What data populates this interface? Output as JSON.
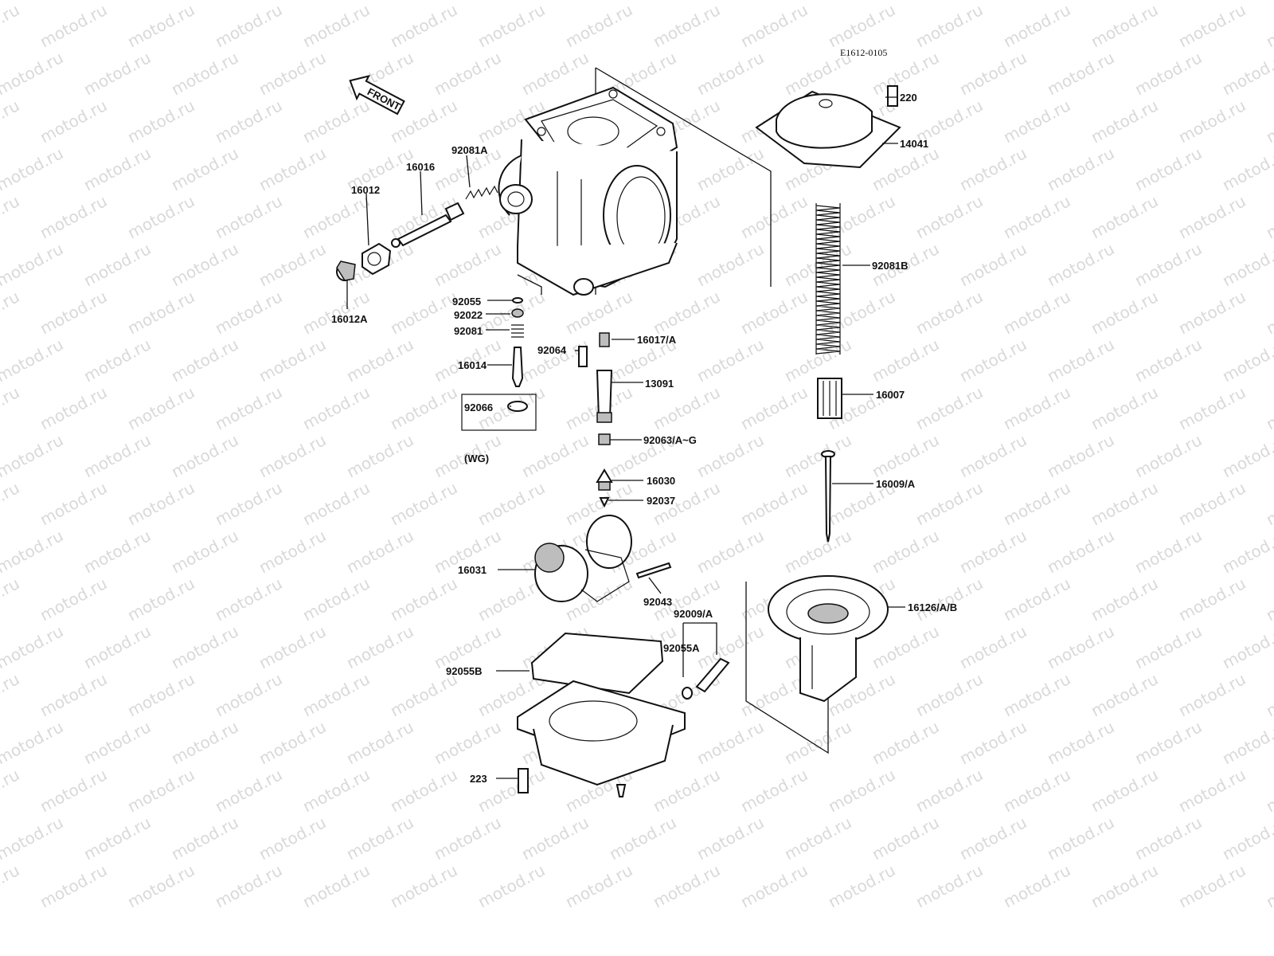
{
  "diagram_code": "E1612-0105",
  "front_label": "FRONT",
  "watermark": "motod.ru",
  "group_label": "(WG)",
  "parts": {
    "p220": "220",
    "p14041": "14041",
    "p92081B": "92081B",
    "p16007": "16007",
    "p16009A": "16009/A",
    "p16126AB": "16126/A/B",
    "p92081A": "92081A",
    "p16016": "16016",
    "p16012": "16012",
    "p16012A": "16012A",
    "p92055": "92055",
    "p92022": "92022",
    "p92081": "92081",
    "p16014": "16014",
    "p92066": "92066",
    "p92064": "92064",
    "p16017A": "16017/A",
    "p13091": "13091",
    "p92063AG": "92063/A~G",
    "p16030": "16030",
    "p92037": "92037",
    "p16031": "16031",
    "p92043": "92043",
    "p92009A": "92009/A",
    "p92055A": "92055A",
    "p92055B": "92055B",
    "p223": "223"
  }
}
